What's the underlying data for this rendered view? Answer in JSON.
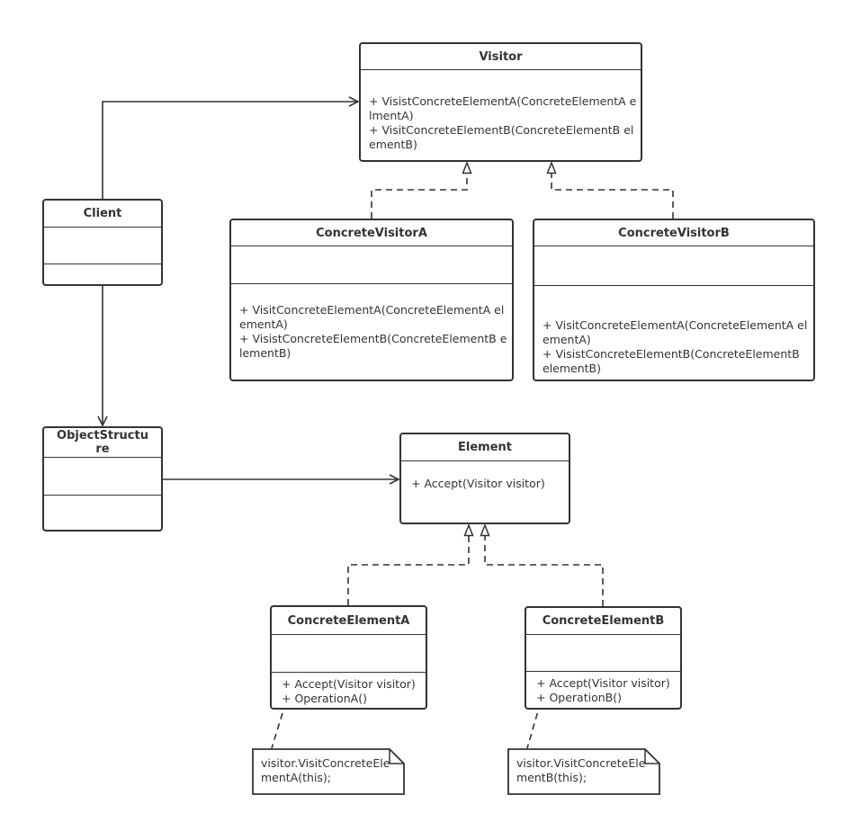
{
  "classes": {
    "visitor": {
      "name": "Visitor",
      "ops": [
        "+ VisistConcreteElementA(ConcreteElementA elmentA)",
        "+ VisitConcreteElementB(ConcreteElementB elementB)"
      ]
    },
    "client": {
      "name": "Client"
    },
    "concrete_visitor_a": {
      "name": "ConcreteVisitorA",
      "ops": [
        "+ VisitConcreteElementA(ConcreteElementA elementA)",
        "+ VisistConcreteElementB(ConcreteElementB elementB)"
      ]
    },
    "concrete_visitor_b": {
      "name": "ConcreteVisitorB",
      "ops": [
        "+ VisitConcreteElementA(ConcreteElementA elementA)",
        "+ VisistConcreteElementB(ConcreteElementB elementB)"
      ]
    },
    "object_structure": {
      "name": "ObjectStructure"
    },
    "element": {
      "name": "Element",
      "ops": [
        "+ Accept(Visitor visitor)"
      ]
    },
    "concrete_element_a": {
      "name": "ConcreteElementA",
      "ops": [
        "+ Accept(Visitor visitor)",
        "+ OperationA()"
      ]
    },
    "concrete_element_b": {
      "name": "ConcreteElementB",
      "ops": [
        "+ Accept(Visitor visitor)",
        "+ OperationB()"
      ]
    }
  },
  "notes": {
    "note_a": "visitor.VisitConcreteElementA(this);",
    "note_b": "visitor.VisitConcreteElementB(this);"
  },
  "colors": {
    "stroke": "#333333",
    "background": "#ffffff"
  }
}
